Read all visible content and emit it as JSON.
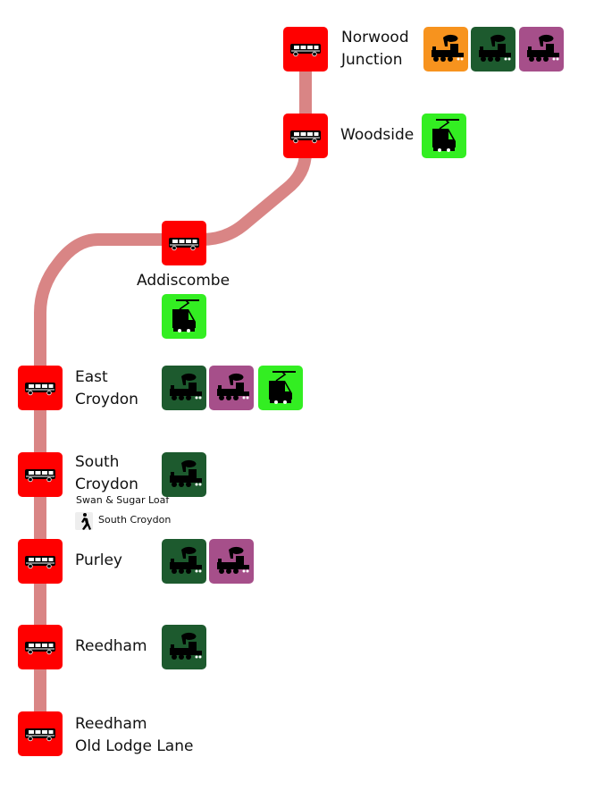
{
  "colors": {
    "line": "#d98585",
    "bus": "#ff0000",
    "rail_orange": "#f7931e",
    "rail_green": "#1d5a2e",
    "rail_purple": "#a64f8a",
    "tram": "#33ee22"
  },
  "stations": [
    {
      "name_1": "Norwood",
      "name_2": "Junction",
      "services": [
        "rail-orange",
        "rail-green",
        "rail-purple"
      ]
    },
    {
      "name_1": "Woodside",
      "services": [
        "tram"
      ]
    },
    {
      "name_1": "Addiscombe",
      "services": [
        "tram"
      ]
    },
    {
      "name_1": "East",
      "name_2": "Croydon",
      "services": [
        "rail-green",
        "rail-purple",
        "tram"
      ]
    },
    {
      "name_1": "South",
      "name_2": "Croydon",
      "stop_name": "Swan & Sugar Loaf",
      "walk_to": "South Croydon",
      "services": [
        "rail-green"
      ]
    },
    {
      "name_1": "Purley",
      "services": [
        "rail-green",
        "rail-purple"
      ]
    },
    {
      "name_1": "Reedham",
      "services": [
        "rail-green"
      ]
    },
    {
      "name_1": "Reedham",
      "name_2": "Old Lodge Lane",
      "services": []
    }
  ]
}
